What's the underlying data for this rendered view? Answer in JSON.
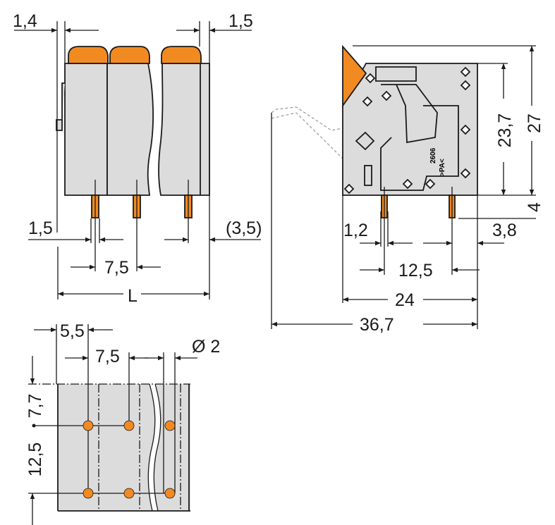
{
  "colors": {
    "housing": "#dcdcdc",
    "actuator": "#f28a22",
    "line": "#1a1a1a"
  },
  "front_view": {
    "dim_left_offset": "1,4",
    "dim_right_offset": "1,5",
    "dim_pin_left": "1,5",
    "dim_pin_right": "(3,5)",
    "dim_pitch": "7,5",
    "dim_length": "L"
  },
  "side_view": {
    "marking": "2606",
    "marking_pa": ">PA<",
    "dim_height_body": "23,7",
    "dim_height_total": "27",
    "dim_pin_length": "4",
    "dim_pin_offset": "1,2",
    "dim_pin_right": "3,8",
    "dim_pin_spacing": "12,5",
    "dim_depth": "24",
    "dim_depth_total": "36,7"
  },
  "footprint": {
    "dim_edge": "5,5",
    "dim_pitch": "7,5",
    "dim_hole": "Ø 2",
    "dim_top": "7,7",
    "dim_row_spacing": "12,5"
  }
}
